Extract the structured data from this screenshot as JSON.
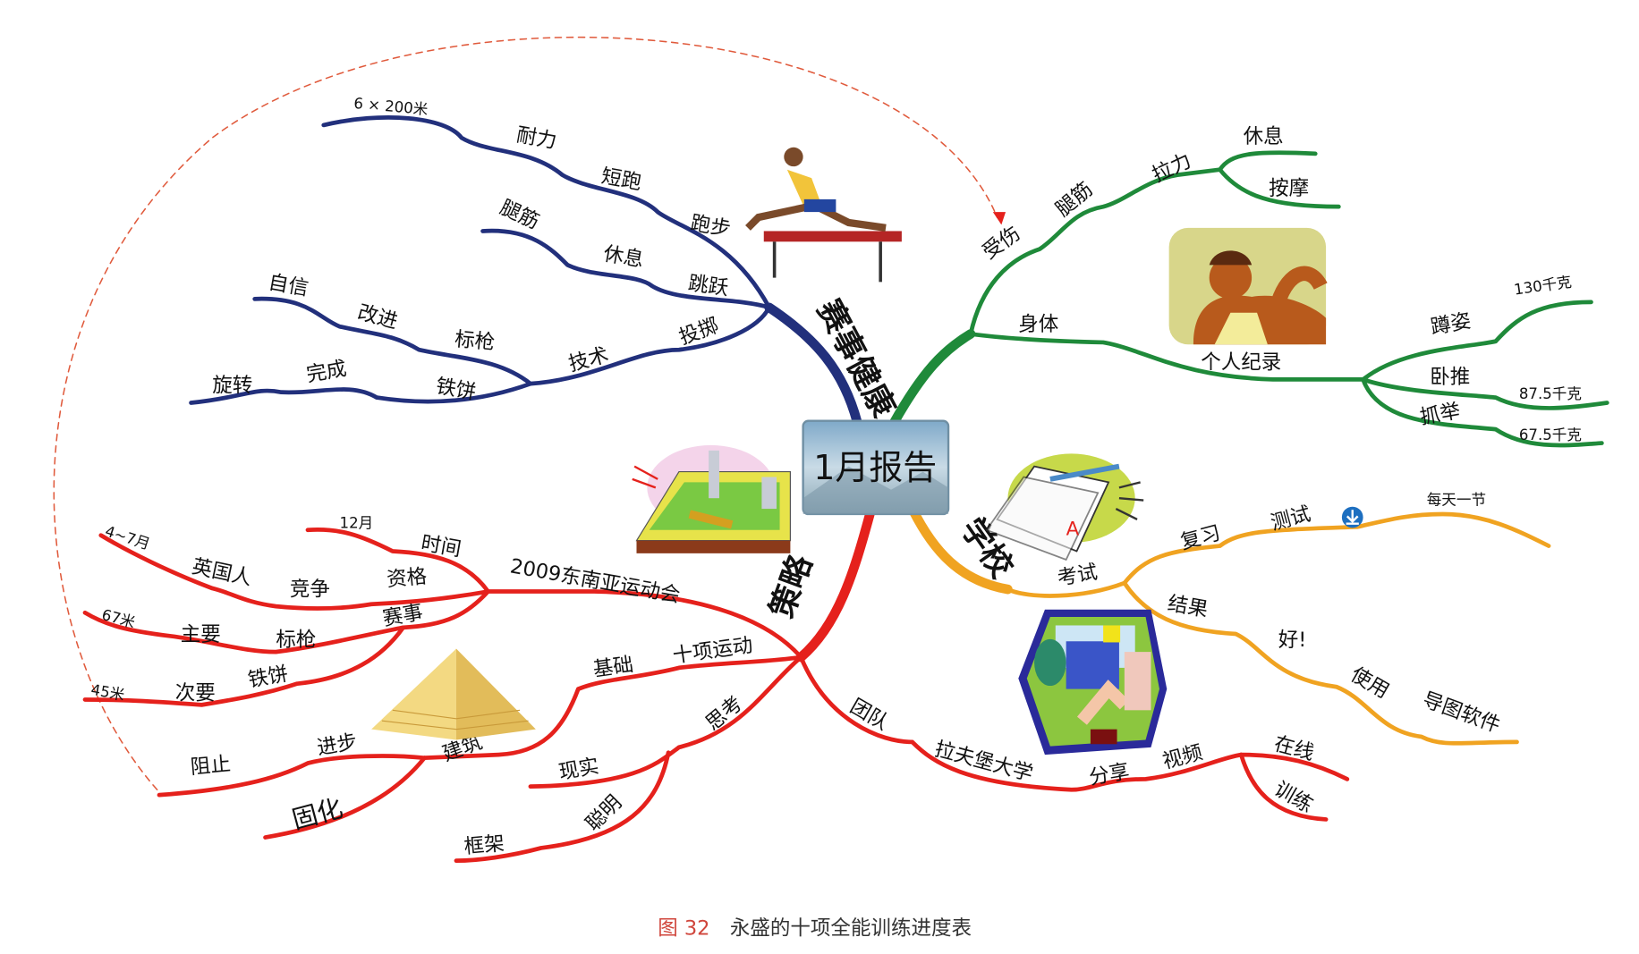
{
  "center": {
    "title": "1月报告"
  },
  "colors": {
    "blue": "#22307c",
    "green": "#1f8a3a",
    "orange": "#f0a321",
    "red": "#e5211c",
    "caption_accent": "#d0463c"
  },
  "branches": {
    "sports_health": {
      "title": "赛事健康",
      "blue_labels": [
        "6 × 200米",
        "耐力",
        "短跑",
        "跑步",
        "腿筋",
        "休息",
        "跳跃",
        "自信",
        "改进",
        "标枪",
        "技术",
        "投掷",
        "旋转",
        "完成",
        "铁饼"
      ],
      "green_labels": [
        "受伤",
        "腿筋",
        "拉力",
        "休息",
        "按摩",
        "身体",
        "个人纪录",
        "蹲姿",
        "130千克",
        "卧推",
        "87.5千克",
        "抓举",
        "67.5千克"
      ]
    },
    "school": {
      "title": "学校",
      "labels": [
        "考试",
        "复习",
        "测试",
        "每天一节",
        "结果",
        "好!",
        "使用",
        "导图软件"
      ],
      "icon": "download-icon"
    },
    "strategy": {
      "title": "策略",
      "labels": [
        "2009东南亚运动会",
        "12月",
        "时间",
        "资格",
        "竞争",
        "英国人",
        "4~7月",
        "赛事",
        "标枪",
        "主要",
        "67米",
        "铁饼",
        "次要",
        "45米",
        "十项运动",
        "基础",
        "建筑",
        "进步",
        "阻止",
        "固化",
        "思考",
        "现实",
        "聪明",
        "框架",
        "团队",
        "拉夫堡大学",
        "分享",
        "视频",
        "在线",
        "训练"
      ]
    }
  },
  "images": [
    "hurdler-illustration",
    "weightlifter-illustration",
    "chess-illustration",
    "exam-paper-illustration",
    "camera-illustration",
    "pyramid-illustration"
  ],
  "caption": {
    "figure": "图 32",
    "text": "永盛的十项全能训练进度表"
  }
}
